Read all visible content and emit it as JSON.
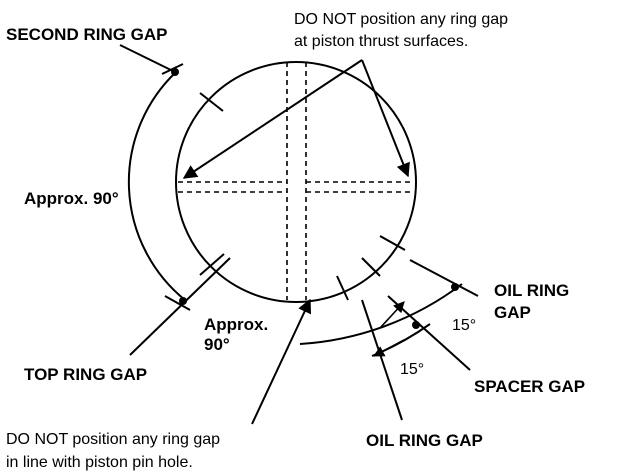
{
  "labels": {
    "second_ring_gap": "SECOND RING GAP",
    "top_ring_gap": "TOP RING GAP",
    "oil_ring_gap_upper_1": "OIL RING",
    "oil_ring_gap_upper_2": "GAP",
    "spacer_gap": "SPACER GAP",
    "oil_ring_gap_lower": "OIL RING GAP",
    "approx_90_left": "Approx. 90°",
    "approx_90_bottom_1": "Approx.",
    "approx_90_bottom_2": "90°",
    "deg_15_right": "15°",
    "deg_15_bottom": "15°"
  },
  "notes": {
    "thrust_line_1": "DO NOT position any ring gap",
    "thrust_line_2": "at piston thrust surfaces.",
    "pin_line_1": "DO NOT position any ring gap",
    "pin_line_2": "in line with piston pin hole."
  }
}
